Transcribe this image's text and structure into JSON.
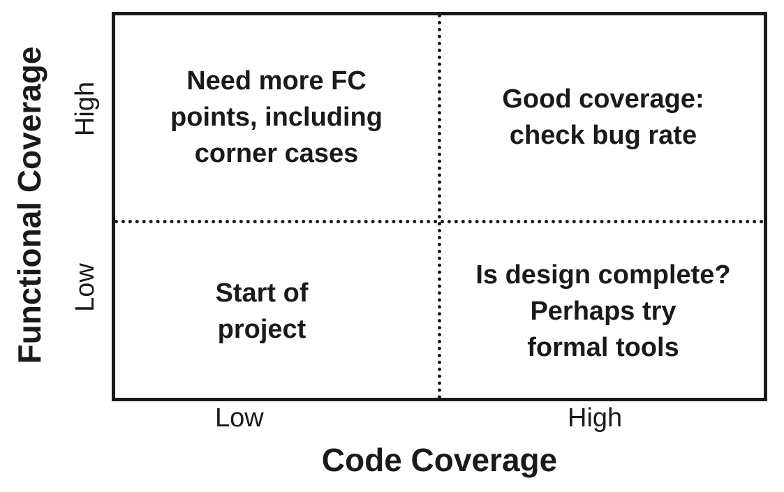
{
  "x_axis": {
    "title": "Code Coverage",
    "ticks": [
      "Low",
      "High"
    ]
  },
  "y_axis": {
    "title": "Functional Coverage",
    "ticks": [
      "Low",
      "High"
    ]
  },
  "quadrants": {
    "high_fc_low_cc": "Need more FC\npoints, including\ncorner cases",
    "high_fc_high_cc": "Good coverage:\ncheck bug rate",
    "low_fc_low_cc": "Start of\nproject",
    "low_fc_high_cc": "Is design complete?\nPerhaps try\nformal tools"
  },
  "colors": {
    "ink": "#1a1a1a",
    "background": "#ffffff"
  }
}
